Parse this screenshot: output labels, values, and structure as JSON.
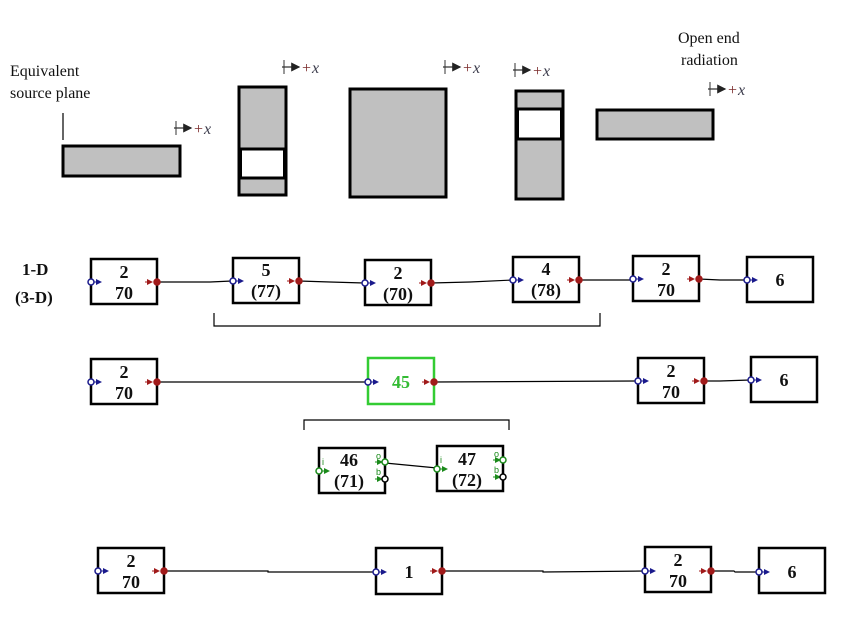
{
  "labels": {
    "equivalent_source_line1": "Equivalent",
    "equivalent_source_line2": "source plane",
    "open_end_line1": "Open end",
    "open_end_line2": "radiation",
    "row_1d": "1-D",
    "row_3d": "(3-D)",
    "axis_plus": "+",
    "axis_x": "x"
  },
  "colors": {
    "fill_gray": "#c0c0c0",
    "border": "#000000",
    "highlight_green": "#33cc33",
    "input_port_blue": "#1a1a8c",
    "output_port_red": "#a01a1a",
    "port_green": "#1a8a1a"
  },
  "row1": {
    "blocks": [
      {
        "line1": "2",
        "line2": "70"
      },
      {
        "line1": "5",
        "line2": "(77)"
      },
      {
        "line1": "2",
        "line2": "(70)"
      },
      {
        "line1": "4",
        "line2": "(78)"
      },
      {
        "line1": "2",
        "line2": "70"
      },
      {
        "line1": "6",
        "line2": ""
      }
    ]
  },
  "row2": {
    "blocks": [
      {
        "line1": "2",
        "line2": "70"
      },
      {
        "line1": "45",
        "line2": ""
      },
      {
        "line1": "2",
        "line2": "70"
      },
      {
        "line1": "6",
        "line2": ""
      }
    ]
  },
  "row2_sub": {
    "blocks": [
      {
        "line1": "46",
        "line2": "(71)"
      },
      {
        "line1": "47",
        "line2": "(72)"
      }
    ],
    "port_labels": {
      "input": "i",
      "output": "o",
      "bypass": "b"
    }
  },
  "row3": {
    "blocks": [
      {
        "line1": "2",
        "line2": "70"
      },
      {
        "line1": "1",
        "line2": ""
      },
      {
        "line1": "2",
        "line2": "70"
      },
      {
        "line1": "6",
        "line2": ""
      }
    ]
  }
}
